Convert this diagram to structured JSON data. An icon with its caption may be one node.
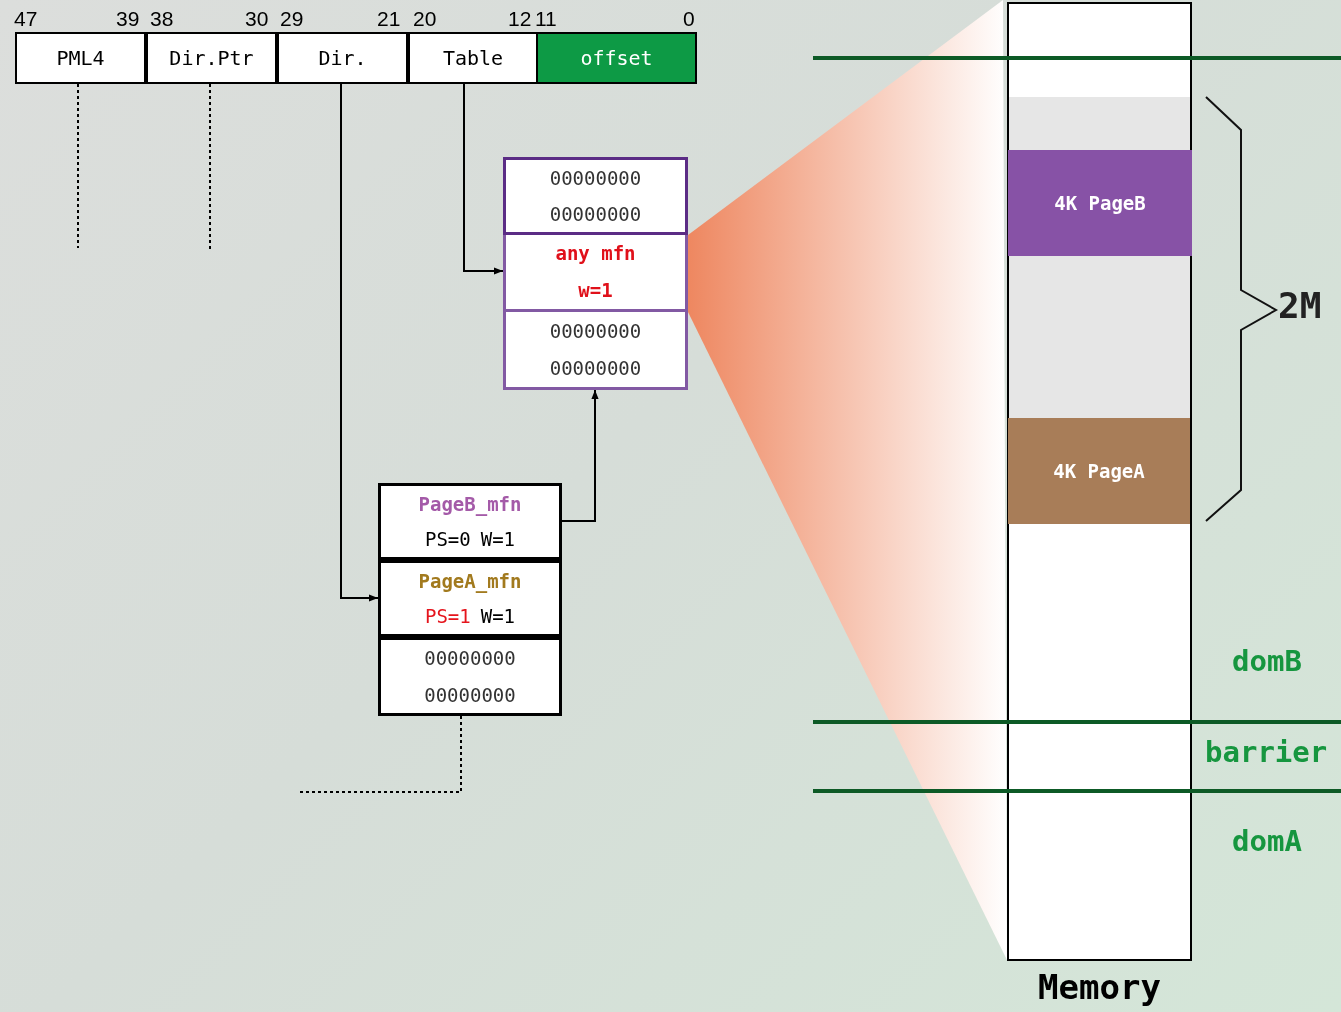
{
  "diagram": {
    "nodes": [
      {
        "text": [
          "PML4"
        ]
      },
      {
        "text": [
          "Dir.Ptr"
        ]
      },
      {
        "text": [
          "Dir."
        ]
      },
      {
        "text": [
          "Table"
        ]
      },
      {
        "text": [
          "offset"
        ]
      },
      {
        "text": [
          "00000000",
          "00000000"
        ]
      },
      {
        "text": [
          "any mfn",
          "w=1"
        ]
      },
      {
        "text": [
          "00000000",
          "00000000"
        ]
      },
      {
        "text": [
          "PageB_mfn",
          "PS=0",
          "W=1"
        ]
      },
      {
        "text": [
          "PageA_mfn",
          "PS=1",
          "W=1"
        ]
      },
      {
        "text": [
          "00000000",
          "00000000"
        ]
      },
      {
        "text": [
          "Memory"
        ]
      },
      {
        "text": [
          "4K PageB"
        ],
        "in": 11
      },
      {
        "text": [
          "4K PageA"
        ],
        "in": 11
      },
      {
        "text": [],
        "shape": "triangle"
      }
    ],
    "edges": [
      {
        "from": 2,
        "to": 9,
        "arrow": "to"
      },
      {
        "from": 3,
        "to": 6,
        "arrow": "to"
      },
      {
        "from": 8,
        "to": 7,
        "arrow": "to"
      },
      {
        "from": 0,
        "to": null,
        "arrow": "none",
        "style": "dashed"
      },
      {
        "from": 1,
        "to": null,
        "arrow": "none",
        "style": "dashed"
      },
      {
        "from": null,
        "to": 10,
        "arrow": "to",
        "style": "dashed"
      }
    ],
    "labels": [
      "47",
      "39",
      "38",
      "30",
      "29",
      "21",
      "20",
      "12",
      "11",
      "0",
      "2M",
      "domB",
      "barrier",
      "domA"
    ]
  }
}
